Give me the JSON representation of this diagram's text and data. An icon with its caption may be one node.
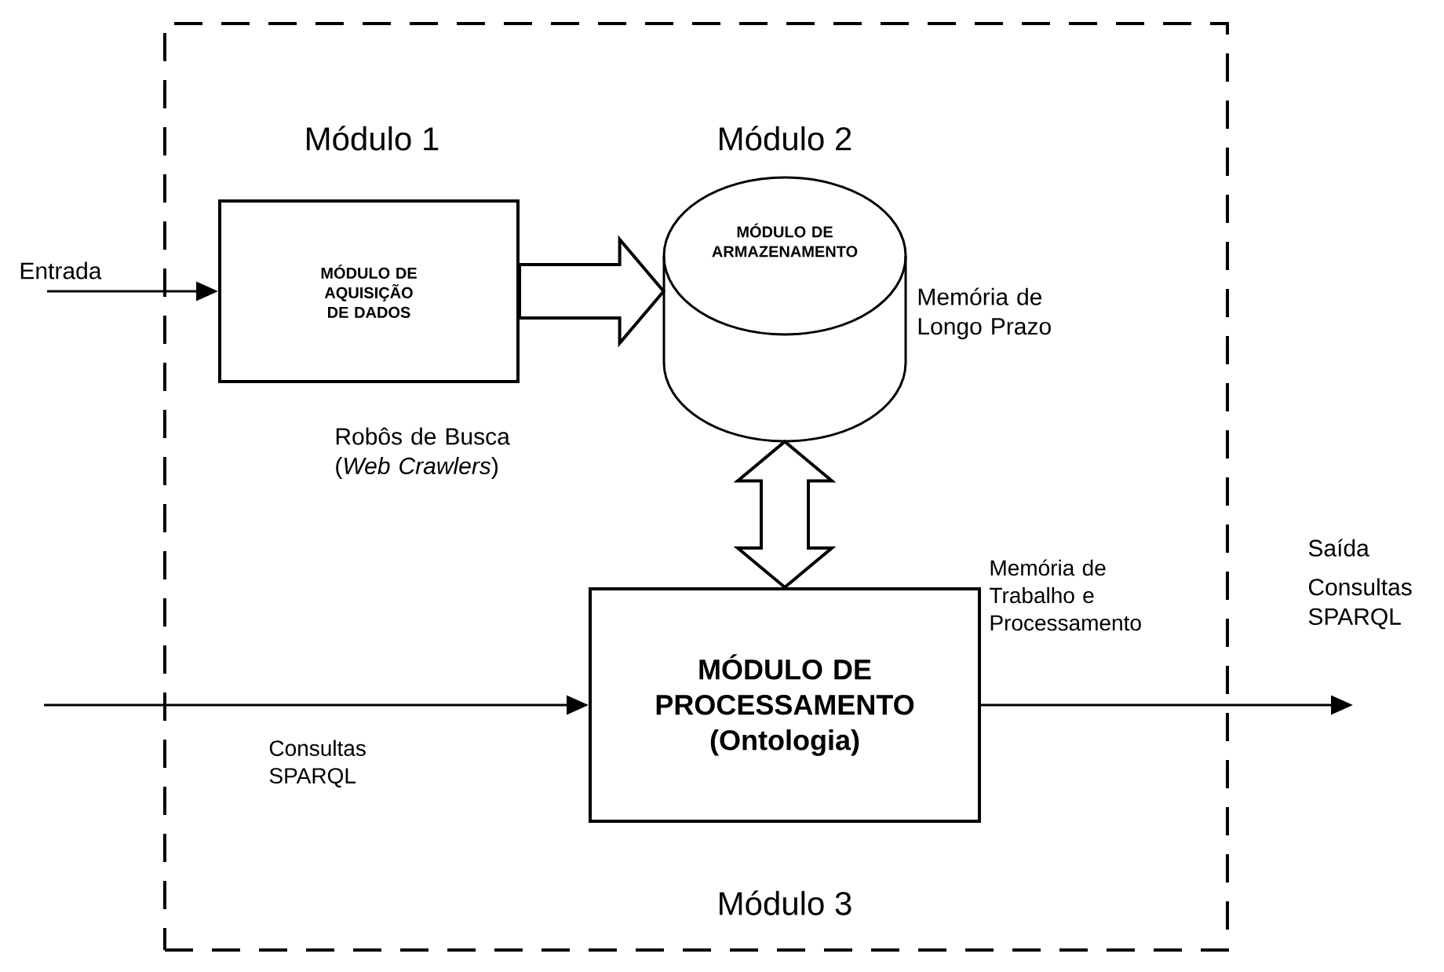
{
  "diagram": {
    "nodes": [
      {
        "text": [],
        "shape": "box"
      },
      {
        "text": [
          "Entrada"
        ]
      },
      {
        "text": [
          "MÓDULO DE AQUISIÇÃO DE DADOS"
        ],
        "beside": [
          "Módulo 1",
          "Robôs de Busca (*Web Crawlers*)"
        ],
        "in": 0
      },
      {
        "text": [
          "MÓDULO DE ARMAZENAMENTO"
        ],
        "beside": [
          "Módulo 2",
          "Memória de Longo Prazo"
        ],
        "in": 0
      },
      {
        "text": [
          "MÓDULO DE PROCESSAMENTO (Ontologia)"
        ],
        "beside": [
          "Memória de Trabalho e Processamento",
          "Módulo 3"
        ],
        "in": 0
      }
    ],
    "edges": [
      {
        "from": 1,
        "to": 2,
        "arrow": "to"
      },
      {
        "from": 2,
        "to": 3,
        "arrow": "to",
        "style": "thick"
      },
      {
        "from": 3,
        "to": 4,
        "arrow": "both",
        "style": "thick"
      },
      {
        "from": null,
        "to": 4,
        "arrow": "to",
        "label": "Consultas SPARQL"
      },
      {
        "from": 4,
        "to": null,
        "arrow": "to"
      }
    ],
    "labels": [
      "Saída",
      "Consultas SPARQL"
    ]
  }
}
